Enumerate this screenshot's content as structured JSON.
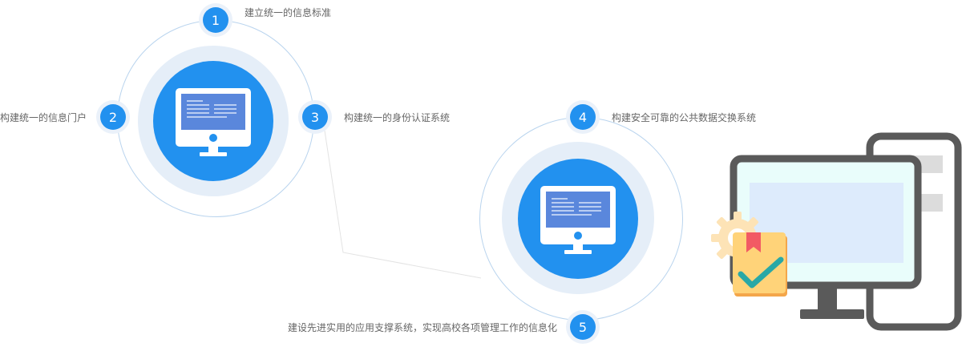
{
  "nodes": [
    {
      "number": "1",
      "label": "建立统一的信息标准"
    },
    {
      "number": "2",
      "label": "构建统一的信息门户"
    },
    {
      "number": "3",
      "label": "构建统一的身份认证系统"
    },
    {
      "number": "4",
      "label": "构建安全可靠的公共数据交换系统"
    },
    {
      "number": "5",
      "label": "建设先进实用的应用支撑系统，实现高校各项管理工作的信息化"
    }
  ],
  "colors": {
    "primary": "#2291ef",
    "ring": "#b9d4ee",
    "halo": "#e5eef8"
  },
  "icons": [
    "monitor-icon",
    "computer-illustration",
    "gear-icon",
    "bookmark-icon",
    "check-icon"
  ]
}
